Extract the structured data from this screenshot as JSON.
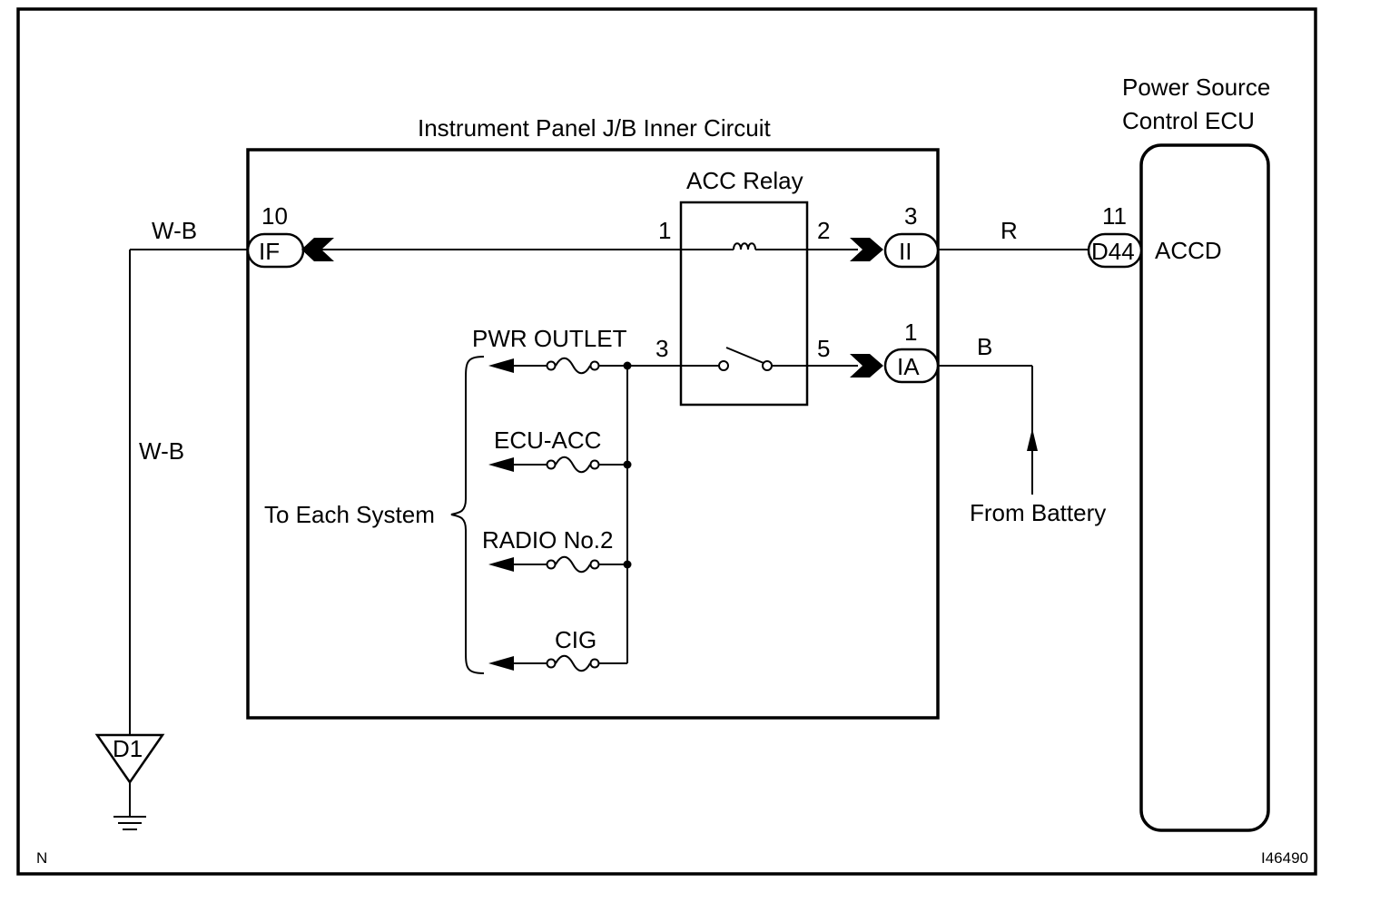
{
  "title_jb": "Instrument Panel J/B Inner Circuit",
  "ecu": {
    "line1": "Power Source",
    "line2": "Control ECU",
    "terminal": "ACCD"
  },
  "relay": {
    "label": "ACC Relay",
    "pins": {
      "p1": "1",
      "p2": "2",
      "p3": "3",
      "p5": "5"
    }
  },
  "connectors": {
    "if": {
      "code": "IF",
      "pin": "10"
    },
    "ii": {
      "code": "II",
      "pin": "3"
    },
    "ia": {
      "code": "IA",
      "pin": "1"
    },
    "d44": {
      "code": "D44",
      "pin": "11"
    },
    "d1": {
      "code": "D1"
    }
  },
  "wires": {
    "wb_top": "W-B",
    "wb_side": "W-B",
    "r": "R",
    "b": "B"
  },
  "fuses": [
    "PWR OUTLET",
    "ECU-ACC",
    "RADIO No.2",
    "CIG"
  ],
  "to_each_system": "To Each System",
  "from_battery": "From Battery",
  "corner_left": "N",
  "corner_right": "I46490"
}
